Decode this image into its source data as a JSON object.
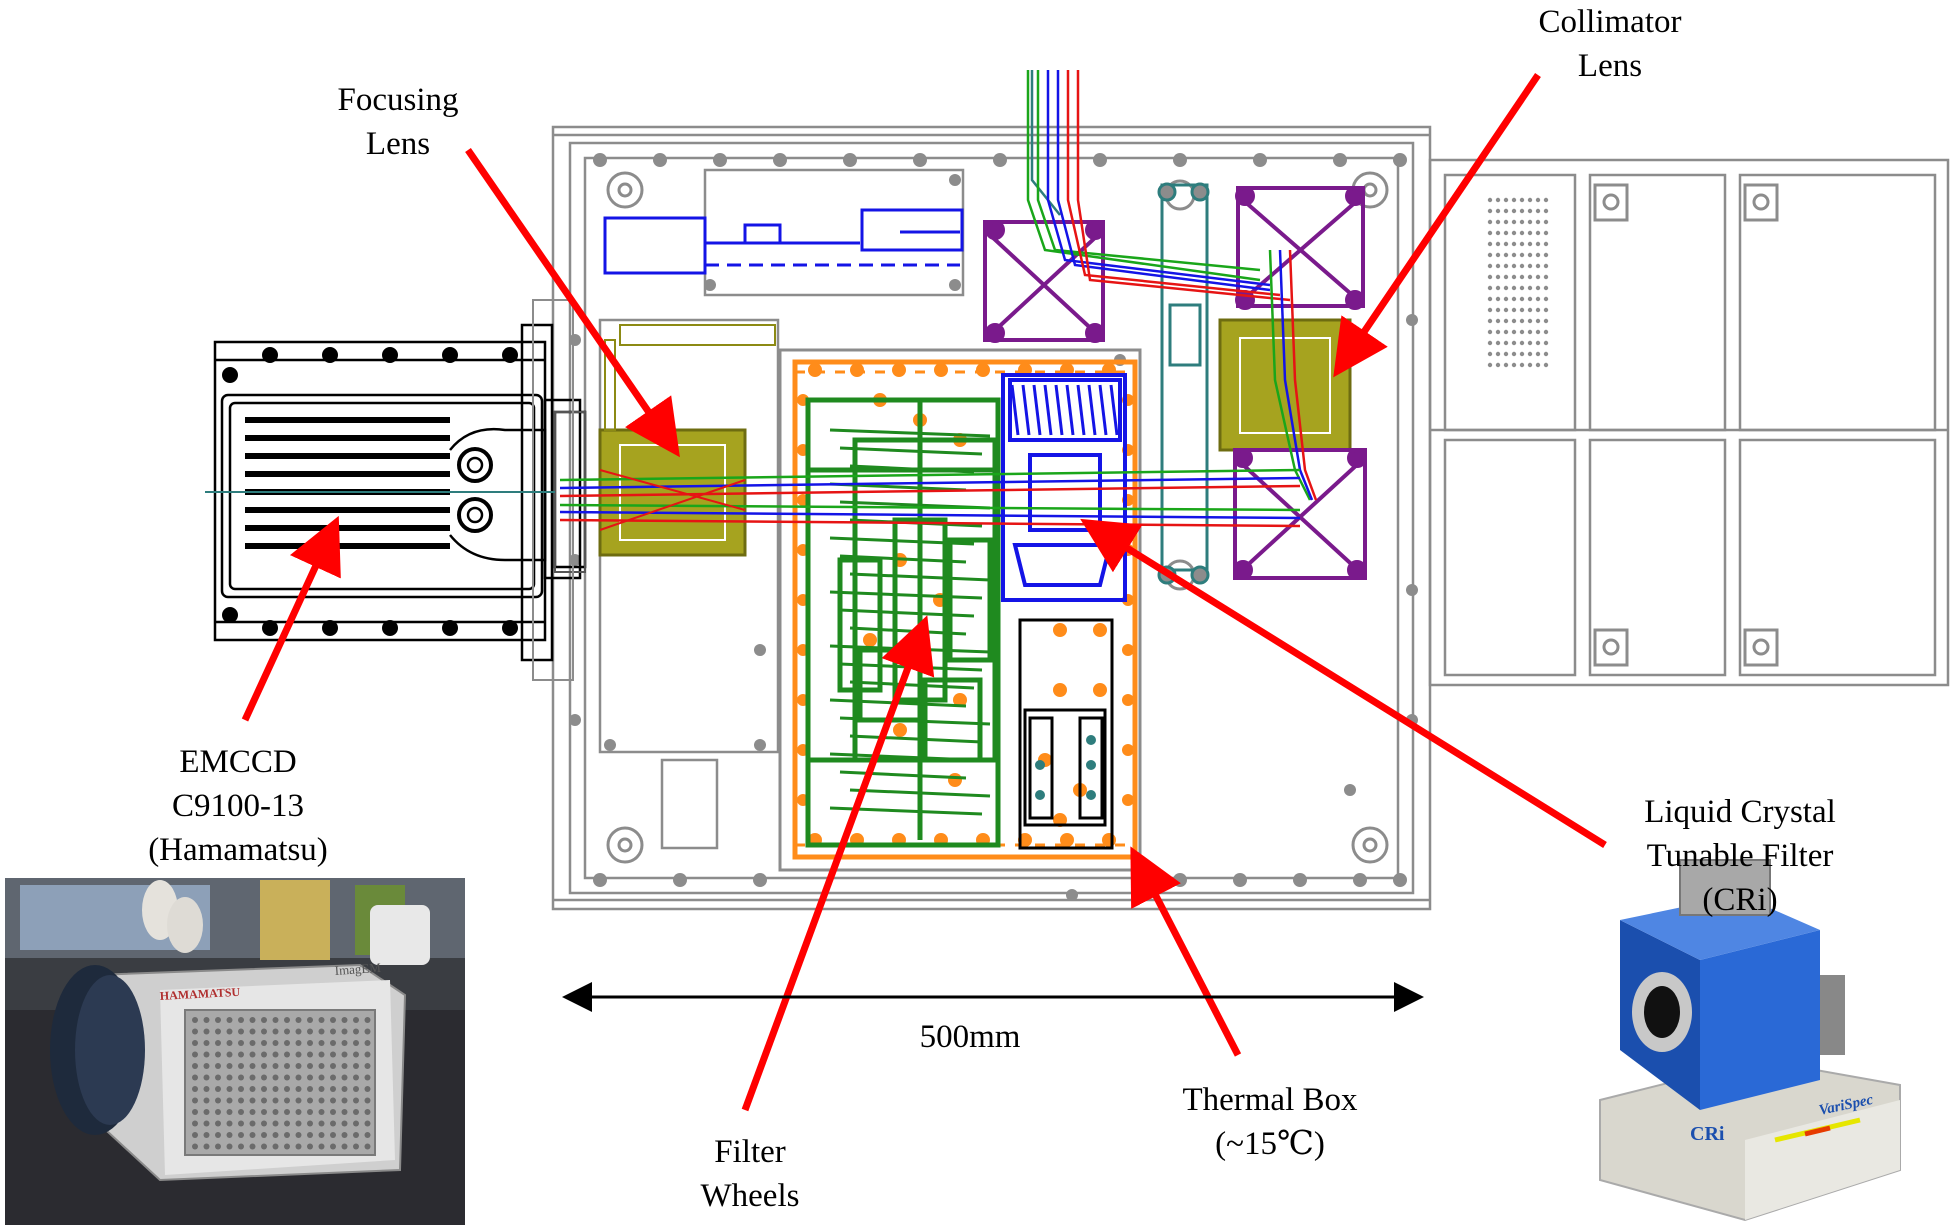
{
  "labels": {
    "focusing_lens": [
      "Focusing",
      "Lens"
    ],
    "collimator_lens": [
      "Collimator",
      "Lens"
    ],
    "emccd": [
      "EMCCD",
      "C9100-13",
      "(Hamamatsu)"
    ],
    "lctf": [
      "Liquid Crystal",
      "Tunable Filter",
      "(CRi)"
    ],
    "filter_wheels": [
      "Filter",
      "Wheels"
    ],
    "thermal_box": [
      "Thermal Box",
      "(~15℃)"
    ],
    "dimension": "500mm"
  },
  "photo_marks": {
    "camera_brand": "HAMAMATSU",
    "camera_model": "ImagEM",
    "filter_logo": "CRi",
    "filter_model": "VariSpec"
  },
  "colors": {
    "arrow": "#ff0000",
    "frame": "#8c8c8c",
    "orange": "#ff8c1a",
    "green": "#1f8a1f",
    "blue": "#1414e6",
    "purple": "#7a1a8c",
    "olive": "#8c8a14",
    "teal": "#2e7d7d"
  }
}
